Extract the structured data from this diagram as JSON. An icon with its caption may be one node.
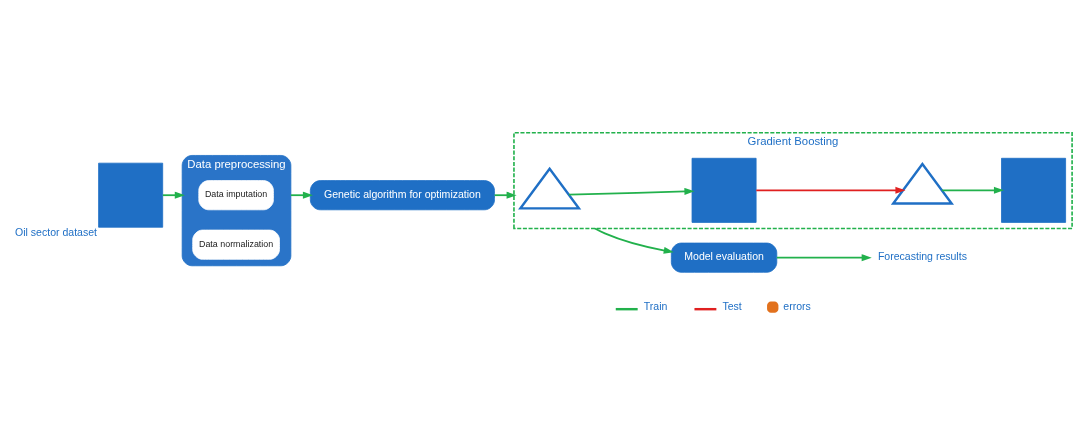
{
  "diagram": {
    "nodes": [
      {
        "text": [],
        "shape": "box",
        "beside": [
          "Oil sector dataset"
        ]
      },
      {
        "text": [
          "Data preprocessing"
        ]
      },
      {
        "text": [
          "Data imputation"
        ],
        "in": 1
      },
      {
        "text": [
          "Data normalization"
        ],
        "in": 1
      },
      {
        "text": [
          "Genetic algorithm for optimization"
        ]
      },
      {
        "text": [
          "Gradient Boosting"
        ]
      },
      {
        "text": [],
        "shape": "picture",
        "in": 5
      },
      {
        "text": [],
        "shape": "box",
        "in": 5
      },
      {
        "text": [],
        "shape": "picture",
        "in": 5
      },
      {
        "text": [],
        "shape": "box",
        "in": 5
      },
      {
        "text": [
          "Model evaluation"
        ]
      },
      {
        "text": [
          "Forecasting results"
        ]
      }
    ],
    "edges": [
      {
        "from": 0,
        "to": 1,
        "arrow": "to"
      },
      {
        "from": 1,
        "to": 4,
        "arrow": "to"
      },
      {
        "from": 4,
        "to": 5,
        "arrow": "to"
      },
      {
        "from": 6,
        "to": 7,
        "arrow": "to"
      },
      {
        "from": 7,
        "to": 8,
        "arrow": "to",
        "color": "#e02020"
      },
      {
        "from": 8,
        "to": 9,
        "arrow": "to"
      },
      {
        "from": 5,
        "to": 10,
        "arrow": "to"
      },
      {
        "from": 10,
        "to": 11,
        "arrow": "to"
      }
    ],
    "legend": [
      {
        "text": "Train"
      },
      {
        "text": "Test"
      },
      {
        "text": "errors",
        "color": "#e2711d"
      }
    ]
  }
}
